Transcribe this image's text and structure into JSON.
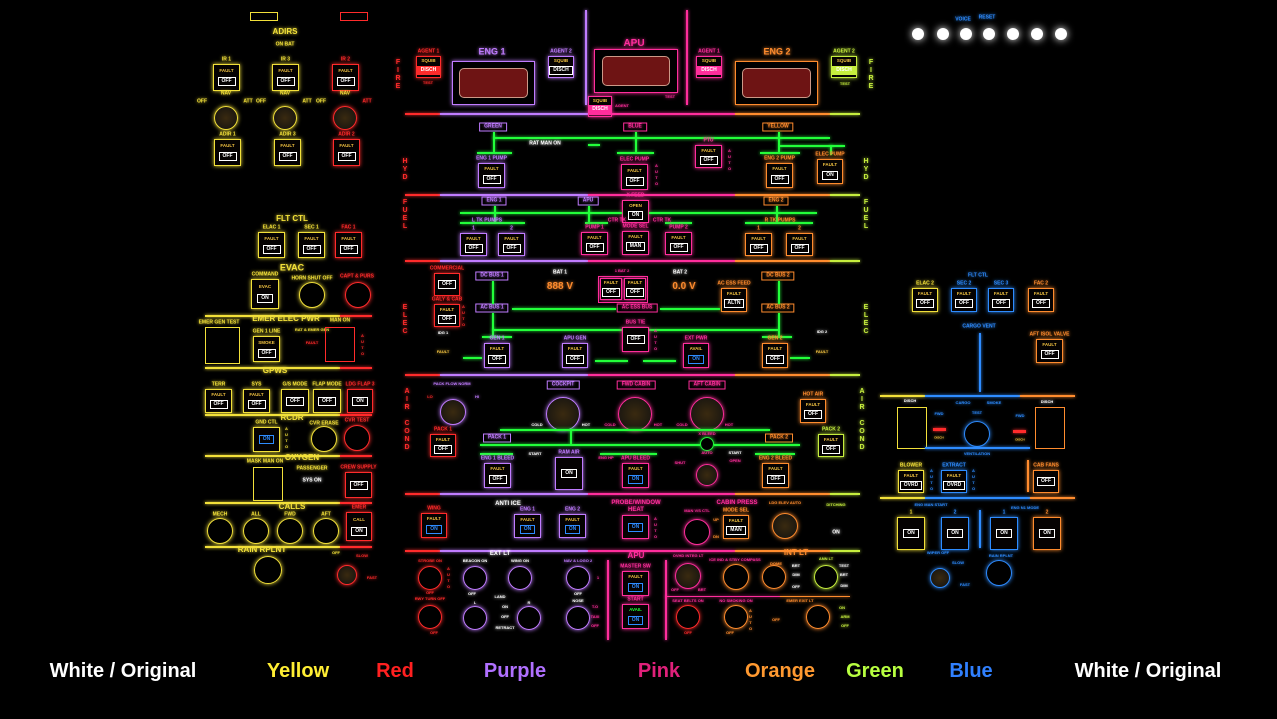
{
  "colors": {
    "Y": "#f2e03a",
    "R": "#ff2b2b",
    "P": "#c07cff",
    "K": "#ff2e9c",
    "O": "#ff8c2e",
    "G": "#c6ee3e",
    "B": "#2e8cff",
    "L": "#22ff3a",
    "W": "#ffffff",
    "A": "#f5c542"
  },
  "legend": [
    {
      "label": "White / Original",
      "color": "#ffffff"
    },
    {
      "label": "Yellow",
      "color": "#ffee33"
    },
    {
      "label": "Red",
      "color": "#ff2020"
    },
    {
      "label": "Purple",
      "color": "#b070ff"
    },
    {
      "label": "Pink",
      "color": "#e0207a"
    },
    {
      "label": "Orange",
      "color": "#ff9930"
    },
    {
      "label": "Green",
      "color": "#b8ff40"
    },
    {
      "label": "Blue",
      "color": "#3080ff"
    },
    {
      "label": "White / Original",
      "color": "#ffffff"
    }
  ],
  "labels": {
    "adirs": "ADIRS",
    "on_bat": "ON BAT",
    "off_k1": "OFF",
    "nav_k1": "NAV",
    "att_k1": "ATT",
    "off_k2": "OFF",
    "nav_k2": "NAV",
    "att_k2": "ATT",
    "off_k3": "OFF",
    "nav_k3": "NAV",
    "att_k3": "ATT",
    "flt_ctl": "FLT CTL",
    "evac": "EVAC",
    "horn_shut_off": "HORN SHUT OFF",
    "capt_purs": "CAPT & PURS",
    "emer_elec_pwr": "EMER ELEC PWR",
    "emer_gen_test": "EMER GEN TEST",
    "rat_emer_gen": "RAT & EMER GEN",
    "rat_fault": "FAULT",
    "man_on": "MAN ON",
    "auto_man_on": "AUTO",
    "gpws": "GPWS",
    "rcdr": "RCDR",
    "auto_gnd": "AUTO",
    "cvr_erase": "CVR ERASE",
    "cvr_test": "CVR TEST",
    "oxygen": "OXYGEN",
    "mask_man_on": "MASK MAN ON",
    "passenger": "PASSENGER",
    "sys_on": "SYS ON",
    "calls": "CALLS",
    "mech": "MECH",
    "all": "ALL",
    "fwd": "FWD",
    "aft": "AFT",
    "rain_rplnt_l": "RAIN RPLNT",
    "wiper_off_l": "OFF",
    "slow_l": "SLOW",
    "fast_l": "FAST",
    "fire_l": "FIRE",
    "fire_r": "FIRE",
    "eng1": "ENG 1",
    "eng2": "ENG 2",
    "apu_fire": "APU",
    "test_e1": "TEST",
    "test_apu": "TEST",
    "test_e2": "TEST",
    "agent_apu": "AGENT",
    "hyd_l": "HYD",
    "hyd_r": "HYD",
    "green": "GREEN",
    "blue": "BLUE",
    "yellow": "YELLOW",
    "rat_man_on": "RAT MAN ON",
    "auto_elec_pump": "AUTO",
    "auto_ptu": "AUTO",
    "fuel_l": "FUEL",
    "fuel_r": "FUEL",
    "eng1_f": "ENG 1",
    "apu_f": "APU",
    "eng2_f": "ENG 2",
    "l_tk_pumps": "L TK PUMPS",
    "ctr_tk_1": "CTR TK",
    "ctr_tk_2": "CTR TK",
    "r_tk_pumps": "R TK PUMPS",
    "elec_l": "ELEC",
    "elec_r": "ELEC",
    "auto_galy": "AUTO",
    "dc_bus1": "DC BUS 1",
    "ac_bus1": "AC BUS 1",
    "ac_ess_bus": "AC ESS BUS",
    "dc_bus2": "DC BUS 2",
    "ac_bus2": "AC BUS 2",
    "bat1_lbl": "BAT 1",
    "bat1_val": "888 V",
    "bat2_lbl": "BAT 2",
    "bat2_val": "0.0 V",
    "bat_title": "1  BAT  2",
    "auto_bus_tie": "AUTO",
    "idg1": "IDG 1",
    "fault_idg1": "FAULT",
    "idg2": "IDG 2",
    "fault_idg2": "FAULT",
    "air_cond_l": "AIR COND",
    "air_cond_r": "AIR COND",
    "pack_flow": "PACK FLOW NORM",
    "lo": "LO",
    "hi": "HI",
    "cockpit": "COCKPIT",
    "fwd_cabin": "FWD CABIN",
    "aft_cabin": "AFT CABIN",
    "cold1": "COLD",
    "hot1": "HOT",
    "cold2": "COLD",
    "hot2": "HOT",
    "cold3": "COLD",
    "hot3": "HOT",
    "pack1": "PACK 1",
    "pack2": "PACK 2",
    "x_bleed": "X BLEED",
    "auto_xb": "AUTO",
    "shut": "SHUT",
    "open": "OPEN",
    "start1": "START",
    "start2": "START",
    "eng_hp": "ENG HP",
    "anti_ice": "ANTI ICE",
    "probe": "PROBE/WINDOW",
    "heat": "HEAT",
    "auto_probe": "AUTO",
    "cabin_press": "CABIN PRESS",
    "man_vs": "MAN V/S CTL",
    "up": "UP",
    "dn": "DN",
    "ldg_elev": "LDG ELEV AUTO",
    "ditching": "DITCHING",
    "ditch_on": "ON",
    "ext_lt": "EXT LT",
    "strobe": "STROBE ON",
    "auto_strobe": "AUTO",
    "off_strobe": "OFF",
    "beacon": "BEACON ON",
    "off_beacon": "OFF",
    "wing_lt": "WING ON",
    "nav_logo": "NAV & LOGO 2",
    "nav_1": "1",
    "off_nav": "OFF",
    "rwy_turn_off": "RWY TURN OFF",
    "off_rwy": "OFF",
    "land": "LAND",
    "land_l": "L",
    "land_r": "R",
    "land_on": "ON",
    "land_off": "OFF",
    "retract": "RETRACT",
    "nose": "NOSE",
    "to": "T.O",
    "taxi": "TAXI",
    "off_nose": "OFF",
    "apu_hdr": "APU",
    "int_lt": "INT LT",
    "ovhd_integ": "OVHD INTEG LT",
    "ovhd_off": "OFF",
    "ovhd_brt": "BRT",
    "ice_ind": "ICE IND & STBY COMPASS",
    "dome": "DOME",
    "dome_brt": "BRT",
    "dome_dim": "DIM",
    "dome_off": "OFF",
    "ann_lt": "ANN LT",
    "ann_test": "TEST",
    "ann_brt": "BRT",
    "ann_dim": "DIM",
    "seat_belts": "SEAT BELTS ON",
    "off_seat": "OFF",
    "no_smoking": "NO SMOKING ON",
    "auto_nosmk": "AUTO",
    "off_nosmk": "OFF",
    "emer_exit": "EMER EXIT LT",
    "emer_on": "ON",
    "emer_arm": "ARM",
    "emer_off": "OFF",
    "off_e": "OFF",
    "flt_ctl_r": "FLT CTL",
    "cargo_vent": "CARGO VENT",
    "disch_l": "DISCH",
    "cargo": "CARGO",
    "smoke": "SMOKE",
    "test_cs": "TEST",
    "fwd_cs_l": "FWD",
    "fwd_cs_r": "FWD",
    "disch_sm_l": "DISCH",
    "disch_sm_r": "DISCH",
    "disch_r": "DISCH",
    "ventilation": "VENTILATION",
    "auto_blower": "AUTO",
    "auto_extract": "AUTO",
    "eng_man_start": "ENG MAN START",
    "eng_n1": "ENG N1 MODE",
    "wiper_off_r": "WIPER OFF",
    "slow_r": "SLOW",
    "fast_r": "FAST",
    "rain_rplnt_r": "RAIN RPLNT",
    "voice": "VOICE",
    "reset": "RESET"
  },
  "buttons": {
    "ir1": {
      "title": "IR 1",
      "upper": "FAULT",
      "lower": "OFF"
    },
    "ir3": {
      "title": "IR 3",
      "upper": "FAULT",
      "lower": "OFF"
    },
    "ir2": {
      "title": "IR 2",
      "upper": "FAULT",
      "lower": "OFF"
    },
    "adir1": {
      "title": "ADIR 1",
      "upper": "FAULT",
      "lower": "OFF"
    },
    "adir3": {
      "title": "ADIR 3",
      "upper": "FAULT",
      "lower": "OFF"
    },
    "adir2": {
      "title": "ADIR 2",
      "upper": "FAULT",
      "lower": "OFF"
    },
    "elac1": {
      "title": "ELAC 1",
      "upper": "FAULT",
      "lower": "OFF"
    },
    "sec1": {
      "title": "SEC 1",
      "upper": "FAULT",
      "lower": "OFF"
    },
    "fac1": {
      "title": "FAC 1",
      "upper": "FAULT",
      "lower": "OFF"
    },
    "command": {
      "title": "COMMAND",
      "upper": "EVAC",
      "lower": "ON"
    },
    "gen1line": {
      "title": "GEN 1 LINE",
      "upper": "SMOKE",
      "lower": "OFF"
    },
    "terr": {
      "title": "TERR",
      "upper": "FAULT",
      "lower": "OFF"
    },
    "sys": {
      "title": "SYS",
      "upper": "FAULT",
      "lower": "OFF"
    },
    "gs_mode": {
      "title": "G/S MODE",
      "upper": "",
      "lower": "OFF"
    },
    "flap_mode": {
      "title": "FLAP MODE",
      "upper": "",
      "lower": "OFF"
    },
    "ldg_flap3": {
      "title": "LDG FLAP 3",
      "upper": "",
      "lower": "ON"
    },
    "gnd_ctl": {
      "title": "GND CTL",
      "upper": "",
      "lower": "ON"
    },
    "crew_supply": {
      "title": "CREW SUPPLY",
      "upper": "",
      "lower": "OFF"
    },
    "emer_call": {
      "title": "EMER",
      "upper": "CALL",
      "lower": "ON"
    },
    "agent1_e1": {
      "title": "AGENT 1",
      "upper": "SQUIB",
      "lower": "DISCH"
    },
    "agent2_e1": {
      "title": "AGENT 2",
      "upper": "SQUIB",
      "lower": "DISCH"
    },
    "apu_agent": {
      "title": "",
      "upper": "SQUIB",
      "lower": "DISCH"
    },
    "agent1_e2": {
      "title": "AGENT 1",
      "upper": "SQUIB",
      "lower": "DISCH"
    },
    "agent2_e2": {
      "title": "AGENT 2",
      "upper": "SQUIB",
      "lower": "DISCH"
    },
    "eng1_pump": {
      "title": "ENG 1 PUMP",
      "upper": "FAULT",
      "lower": "OFF"
    },
    "elec_pump_b": {
      "title": "ELEC PUMP",
      "upper": "FAULT",
      "lower": "OFF"
    },
    "ptu": {
      "title": "PTU",
      "upper": "FAULT",
      "lower": "OFF"
    },
    "eng2_pump": {
      "title": "ENG 2 PUMP",
      "upper": "FAULT",
      "lower": "OFF"
    },
    "elec_pump_y": {
      "title": "ELEC PUMP",
      "upper": "FAULT",
      "lower": "ON"
    },
    "x_feed": {
      "title": "X FEED",
      "upper": "OPEN",
      "lower": "ON"
    },
    "ltk1": {
      "title": "1",
      "upper": "FAULT",
      "lower": "OFF"
    },
    "ltk2": {
      "title": "2",
      "upper": "FAULT",
      "lower": "OFF"
    },
    "pump1": {
      "title": "PUMP 1",
      "upper": "FAULT",
      "lower": "OFF"
    },
    "mode_sel": {
      "title": "MODE SEL",
      "upper": "FAULT",
      "lower": "MAN"
    },
    "pump2": {
      "title": "PUMP 2",
      "upper": "FAULT",
      "lower": "OFF"
    },
    "rtk1": {
      "title": "1",
      "upper": "FAULT",
      "lower": "OFF"
    },
    "rtk2": {
      "title": "2",
      "upper": "FAULT",
      "lower": "OFF"
    },
    "commercial": {
      "title": "COMMERCIAL",
      "upper": "",
      "lower": "OFF"
    },
    "galy_cab": {
      "title": "GALY & CAB",
      "upper": "FAULT",
      "lower": "OFF"
    },
    "bat_1": {
      "title": "",
      "upper": "FAULT",
      "lower": "OFF"
    },
    "bat_2": {
      "title": "",
      "upper": "FAULT",
      "lower": "OFF"
    },
    "ac_ess_feed": {
      "title": "AC ESS FEED",
      "upper": "FAULT",
      "lower": "ALTN"
    },
    "bus_tie": {
      "title": "BUS TIE",
      "upper": "",
      "lower": "OFF"
    },
    "gen1": {
      "title": "GEN 1",
      "upper": "FAULT",
      "lower": "OFF"
    },
    "apu_gen": {
      "title": "APU GEN",
      "upper": "FAULT",
      "lower": "OFF"
    },
    "ext_pwr": {
      "title": "EXT PWR",
      "upper": "AVAIL",
      "lower": "ON"
    },
    "gen2": {
      "title": "GEN 2",
      "upper": "FAULT",
      "lower": "OFF"
    },
    "hot_air": {
      "title": "HOT AIR",
      "upper": "FAULT",
      "lower": "OFF"
    },
    "pack1_btn": {
      "title": "PACK 1",
      "upper": "FAULT",
      "lower": "OFF"
    },
    "pack2_btn": {
      "title": "PACK 2",
      "upper": "FAULT",
      "lower": "OFF"
    },
    "eng1_bleed": {
      "title": "ENG 1 BLEED",
      "upper": "FAULT",
      "lower": "OFF"
    },
    "ram_air": {
      "title": "RAM AIR",
      "upper": "",
      "lower": "ON"
    },
    "apu_bleed": {
      "title": "APU BLEED",
      "upper": "FAULT",
      "lower": "ON"
    },
    "eng2_bleed": {
      "title": "ENG 2 BLEED",
      "upper": "FAULT",
      "lower": "OFF"
    },
    "wing_ai": {
      "title": "WING",
      "upper": "FAULT",
      "lower": "ON"
    },
    "eng1_ai": {
      "title": "ENG 1",
      "upper": "FAULT",
      "lower": "ON"
    },
    "eng2_ai": {
      "title": "ENG 2",
      "upper": "FAULT",
      "lower": "ON"
    },
    "probe_btn": {
      "title": "",
      "upper": "",
      "lower": "ON"
    },
    "mode_sel_cp": {
      "title": "MODE SEL",
      "upper": "FAULT",
      "lower": "MAN"
    },
    "master_sw": {
      "title": "MASTER SW",
      "upper": "FAULT",
      "lower": "ON"
    },
    "start_apu": {
      "title": "START",
      "upper": "AVAIL",
      "lower": "ON"
    },
    "elac2": {
      "title": "ELAC 2",
      "upper": "FAULT",
      "lower": "OFF"
    },
    "sec2": {
      "title": "SEC 2",
      "upper": "FAULT",
      "lower": "OFF"
    },
    "sec3": {
      "title": "SEC 3",
      "upper": "FAULT",
      "lower": "OFF"
    },
    "fac2": {
      "title": "FAC 2",
      "upper": "FAULT",
      "lower": "OFF"
    },
    "aft_isol": {
      "title": "AFT ISOL VALVE",
      "upper": "FAULT",
      "lower": "OFF"
    },
    "blower": {
      "title": "BLOWER",
      "upper": "FAULT",
      "lower": "OVRD"
    },
    "extract": {
      "title": "EXTRACT",
      "upper": "FAULT",
      "lower": "OVRD"
    },
    "cab_fans": {
      "title": "CAB FANS",
      "upper": "",
      "lower": "OFF"
    },
    "man1": {
      "title": "1",
      "upper": "",
      "lower": "ON"
    },
    "man2": {
      "title": "2",
      "upper": "",
      "lower": "ON"
    },
    "n1_1": {
      "title": "1",
      "upper": "",
      "lower": "ON"
    },
    "n1_2": {
      "title": "2",
      "upper": "",
      "lower": "ON"
    }
  }
}
